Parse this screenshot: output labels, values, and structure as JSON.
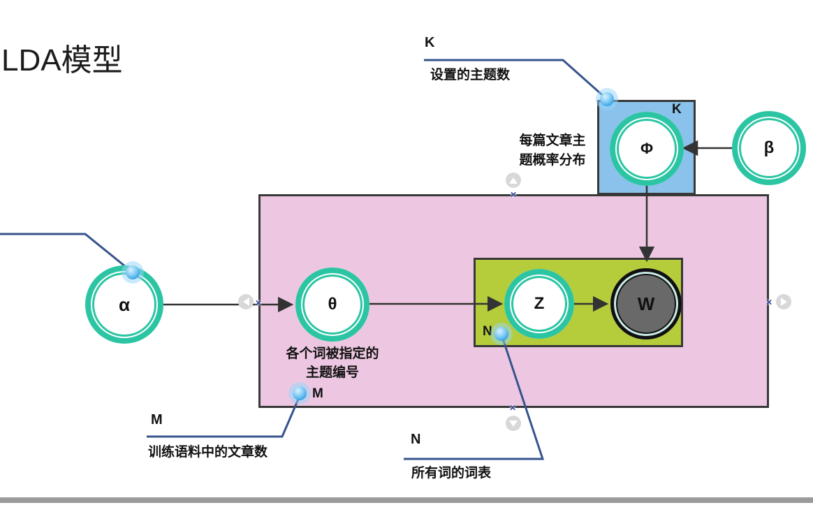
{
  "title": "LDA模型",
  "diagram": {
    "nodes": {
      "alpha": {
        "label": "α"
      },
      "theta": {
        "label": "θ"
      },
      "z": {
        "label": "Z"
      },
      "w": {
        "label": "W"
      },
      "phi": {
        "label": "Φ"
      },
      "beta": {
        "label": "β"
      }
    },
    "plates": {
      "k": {
        "corner_label": "K"
      },
      "n": {
        "corner_label": "N"
      },
      "m": {
        "point_label": "M"
      }
    },
    "notes": {
      "phi_line1": "每篇文章主",
      "phi_line2": "题概率分布",
      "theta_line1": "各个词被指定的",
      "theta_line2": "主题编号"
    },
    "callouts": {
      "k": {
        "label": "K",
        "description": "设置的主题数"
      },
      "m": {
        "label": "M",
        "description": "训练语料中的文章数"
      },
      "n": {
        "label": "N",
        "description": "所有词的词表"
      }
    }
  },
  "editor": {
    "anchor_mark": "×"
  },
  "colors": {
    "plate_m_fill": "#edc7e1",
    "plate_k_fill": "#8ac2eb",
    "plate_n_fill": "#b5cc3b",
    "plate_border": "#383838",
    "node_ring_teal": "#2cc5a3",
    "node_w_fill": "#696969",
    "connector_black": "#333333",
    "callout_blue": "#36538c",
    "handle_dot_blue": "#2f9de2",
    "scrollbar_gray": "#9a9a9a"
  }
}
